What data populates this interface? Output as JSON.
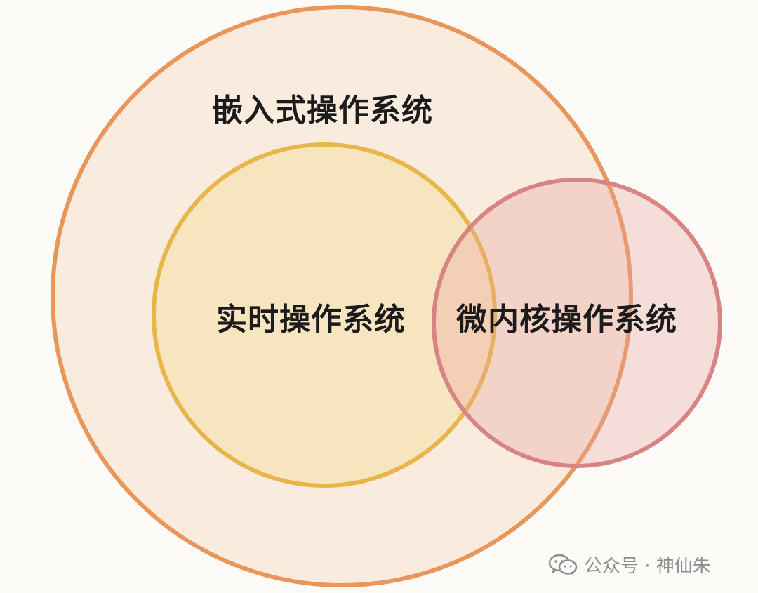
{
  "diagram": {
    "type": "venn",
    "outer": {
      "label": "嵌入式操作系统",
      "color": "#e8965a"
    },
    "left": {
      "label": "实时操作系统",
      "color": "#e8b548"
    },
    "right": {
      "label": "微内核操作系统",
      "color": "#d98484"
    }
  },
  "watermark": {
    "icon": "wechat-icon",
    "text": "公众号 · 神仙朱"
  }
}
